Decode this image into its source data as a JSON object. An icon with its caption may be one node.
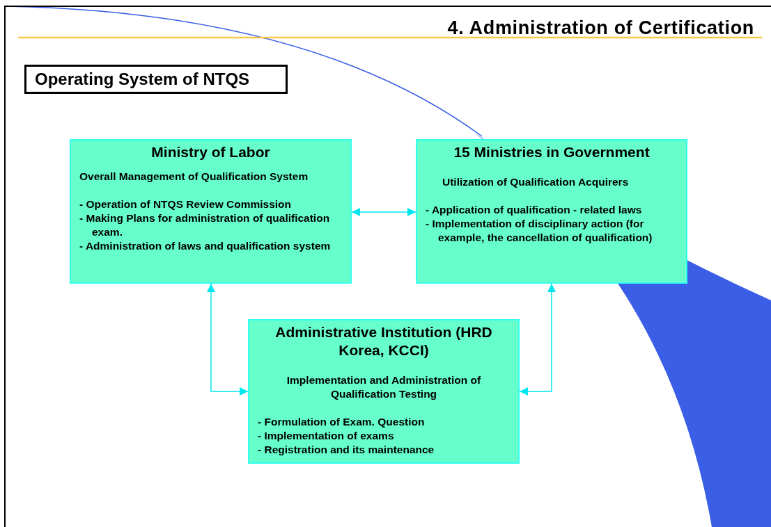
{
  "diagram": {
    "title": "4. Administration of Certification",
    "nodes": [
      {
        "text": [
          "Operating System of NTQS"
        ]
      },
      {
        "text": [
          "Ministry of Labor",
          "Overall Management of Qualification System",
          "- Operation of NTQS Review Commission",
          "- Making Plans for administration of qualification exam.",
          "- Administration of laws and qualification system"
        ]
      },
      {
        "text": [
          "15 Ministries in Government",
          "Utilization of Qualification Acquirers",
          "- Application of qualification - related laws",
          "- Implementation of disciplinary action (for example, the cancellation of qualification)"
        ]
      },
      {
        "text": [
          "Administrative Institution (HRD Korea, KCCI)",
          "Implementation and Administration of Qualification Testing",
          "- Formulation of Exam. Question",
          "- Implementation of exams",
          "- Registration and its maintenance"
        ]
      }
    ],
    "edges": [
      {
        "from": 1,
        "to": 2,
        "arrow": "both"
      },
      {
        "from": 1,
        "to": 3,
        "arrow": "both"
      },
      {
        "from": 2,
        "to": 3,
        "arrow": "both"
      }
    ]
  }
}
